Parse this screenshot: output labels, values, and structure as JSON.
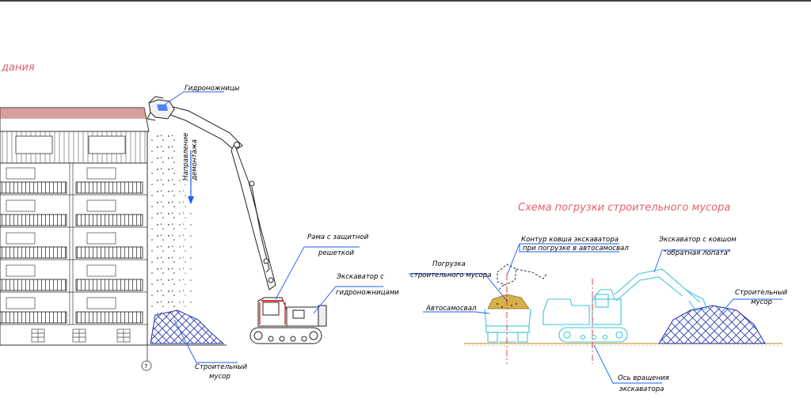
{
  "left_title": "дания",
  "right_title": "Схема погрузки строительного мусора",
  "labels": {
    "shears": "Гидроножницы",
    "direction_1": "Направление",
    "direction_2": "демонтажа",
    "frame_1": "Рама с защитной",
    "frame_2": "решеткой",
    "excavator_shears_1": "Экскаватор с",
    "excavator_shears_2": "гидроножницами",
    "debris_left_1": "Строительный",
    "debris_left_2": "мусор",
    "axis_marker": "7",
    "bucket_contour_1": "Контур ковша экскаватора",
    "bucket_contour_2": "при погрузке в автосамосвал",
    "loading_1": "Погрузка",
    "loading_2": "строительного мусора",
    "dump_truck": "Автосамосвал",
    "excavator_bucket_1": "Экскаватор с ковшом",
    "excavator_bucket_2": "\"обратная лопата\"",
    "debris_right_1": "Строительный",
    "debris_right_2": "мусор",
    "rotation_axis_1": "Ось вращения",
    "rotation_axis_2": "экскаватора"
  },
  "colors": {
    "accent": "#1a5cff",
    "title": "#e06070",
    "cyan": "#40c4dc",
    "axis_red": "#e03030",
    "ground": "#c8a040"
  }
}
